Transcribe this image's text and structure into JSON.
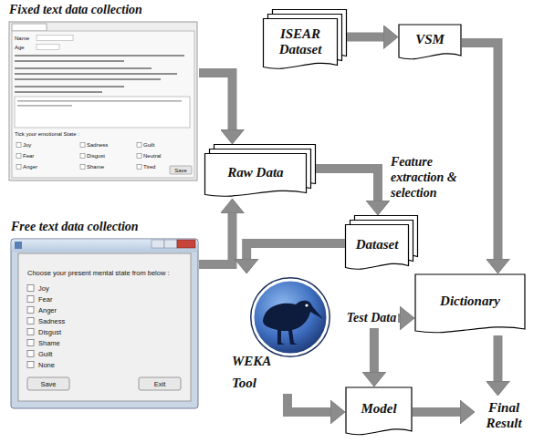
{
  "diagram": {
    "nodes": [
      {
        "text": [
          "Fixed text data collection"
        ]
      },
      {
        "text": [
          "ISEAR Dataset"
        ]
      },
      {
        "text": [
          "VSM"
        ]
      },
      {
        "text": [
          "Raw Data"
        ]
      },
      {
        "text": [
          "Dataset"
        ]
      },
      {
        "text": [
          "Free text data collection"
        ]
      },
      {
        "text": [
          "WEKA Tool"
        ]
      },
      {
        "text": [
          "Test Data"
        ]
      },
      {
        "text": [
          "Dictionary"
        ]
      },
      {
        "text": [
          "Model"
        ]
      },
      {
        "text": [
          "Final Result"
        ]
      }
    ],
    "edges": [
      {
        "from": 0,
        "to": 3,
        "arrow": "to"
      },
      {
        "from": 5,
        "to": 3,
        "arrow": "to"
      },
      {
        "from": 1,
        "to": 2,
        "arrow": "to"
      },
      {
        "from": 2,
        "to": 8,
        "arrow": "to"
      },
      {
        "from": 3,
        "to": 4,
        "label": "Feature extraction & selection",
        "arrow": "to"
      },
      {
        "from": 4,
        "to": 6,
        "arrow": "to"
      },
      {
        "from": 6,
        "to": 9,
        "arrow": "to"
      },
      {
        "from": 7,
        "to": 8,
        "arrow": "to"
      },
      {
        "from": 7,
        "to": 9,
        "arrow": "to"
      },
      {
        "from": 9,
        "to": 10,
        "arrow": "to"
      },
      {
        "from": 8,
        "to": 10,
        "arrow": "to"
      }
    ],
    "labels": [
      "Name",
      "Age",
      "Tick your emotional State :",
      "Joy",
      "Sadness",
      "Guilt",
      "Fear",
      "Disgust",
      "Neutral",
      "Anger",
      "Shame",
      "Tired",
      "Save",
      "Choose your present mental state from below :",
      "Joy",
      "Fear",
      "Anger",
      "Sadness",
      "Disgust",
      "Shame",
      "Guilt",
      "None",
      "Save",
      "Exit"
    ]
  }
}
